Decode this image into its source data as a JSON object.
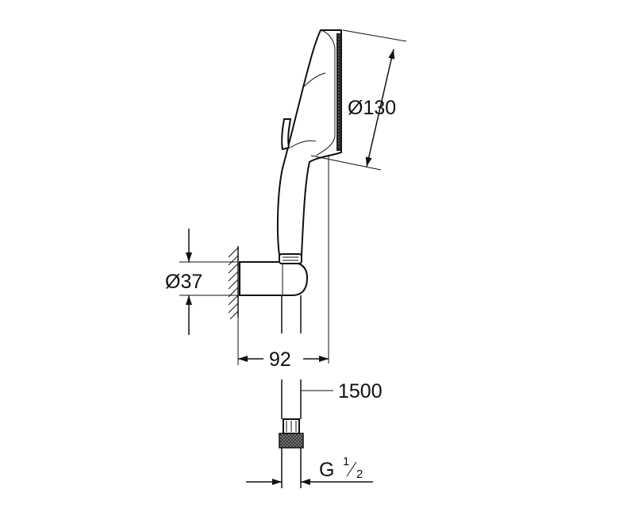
{
  "dimensions": {
    "head_diameter": "Ø130",
    "holder_diameter": "Ø37",
    "wall_offset": "92",
    "hose_length": "1500",
    "thread_prefix": "G",
    "thread_num": "1",
    "thread_den": "2"
  }
}
